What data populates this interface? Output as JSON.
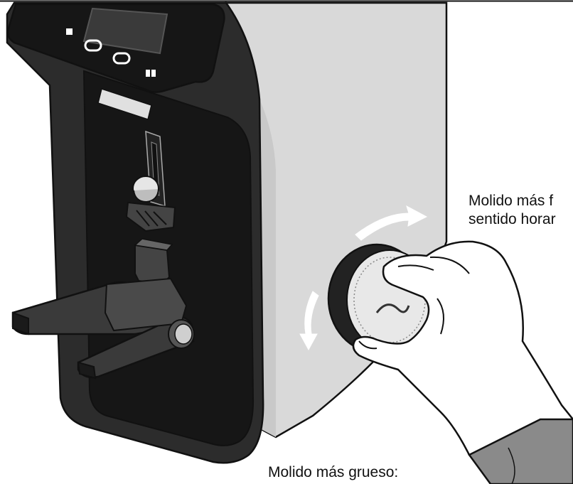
{
  "labels": {
    "fine_line1": "Molido más f",
    "fine_line2": "sentido horar",
    "coarse": "Molido más grueso:"
  },
  "colors": {
    "outline": "#111111",
    "machine_dark": "#2c2c2c",
    "machine_black": "#161616",
    "side_panel": "#d9d9d9",
    "side_shade": "#c9c9c9",
    "dial_face": "#e8e8e8",
    "hand": "#ffffff",
    "arrow": "#ffffff"
  },
  "icons": [
    "clockwise-arrow-icon",
    "counterclockwise-arrow-icon",
    "hand-icon",
    "grind-dial-icon"
  ]
}
